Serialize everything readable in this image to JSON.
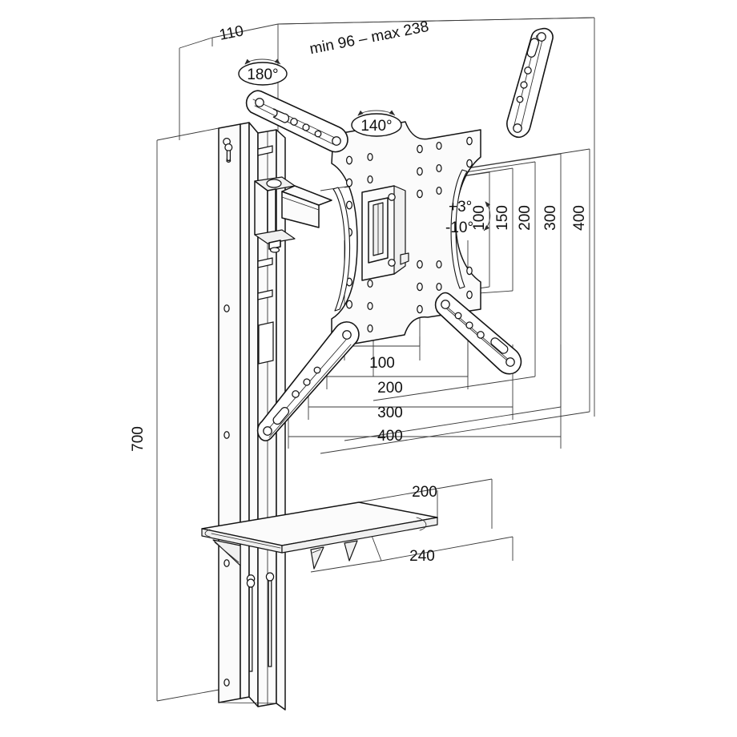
{
  "drawing": {
    "title": "TV wall mount full-motion bracket with shelf - dimensioned technical drawing",
    "line_color": "#141414",
    "background": "#ffffff"
  },
  "dimensions": {
    "wall_plate_depth": "110",
    "extension_range": "min 96 – max 238",
    "rail_height": "700",
    "vesa_horizontal": [
      "100",
      "200",
      "300",
      "400"
    ],
    "vesa_vertical": [
      "100",
      "150",
      "200",
      "300",
      "400"
    ],
    "shelf_width": "200",
    "shelf_depth": "240"
  },
  "annotations": {
    "rotation": "180°",
    "swivel": "140°",
    "tilt_up": "+3°",
    "tilt_down": "-10°"
  },
  "parts": {
    "wall_rail": "wall-rail",
    "vesa_plate": "vesa-plate",
    "tilt_block": "tilt-mechanism",
    "shelf": "glass-shelf",
    "arm_upper_left": "articulating-arm-upper-left",
    "arm_upper_right": "articulating-arm-upper-right",
    "arm_lower_left": "articulating-arm-lower-left",
    "arm_lower_right": "articulating-arm-lower-right",
    "wall_clamp": "wall-bracket-clamp"
  }
}
